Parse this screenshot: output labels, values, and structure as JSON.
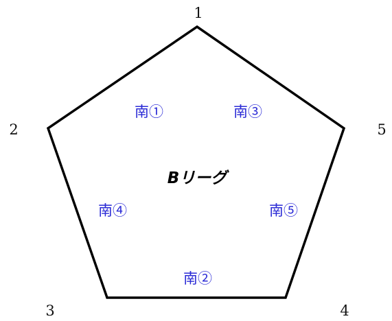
{
  "title": "Bリーグ",
  "vertices": [
    {
      "label": "1"
    },
    {
      "label": "2"
    },
    {
      "label": "3"
    },
    {
      "label": "4"
    },
    {
      "label": "5"
    }
  ],
  "teams": [
    {
      "label": "南①"
    },
    {
      "label": "南②"
    },
    {
      "label": "南③"
    },
    {
      "label": "南④"
    },
    {
      "label": "南⑤"
    }
  ],
  "colors": {
    "edge": "#000000",
    "team_text": "#2b2bd6",
    "title_text": "#000000",
    "background": "#ffffff"
  }
}
